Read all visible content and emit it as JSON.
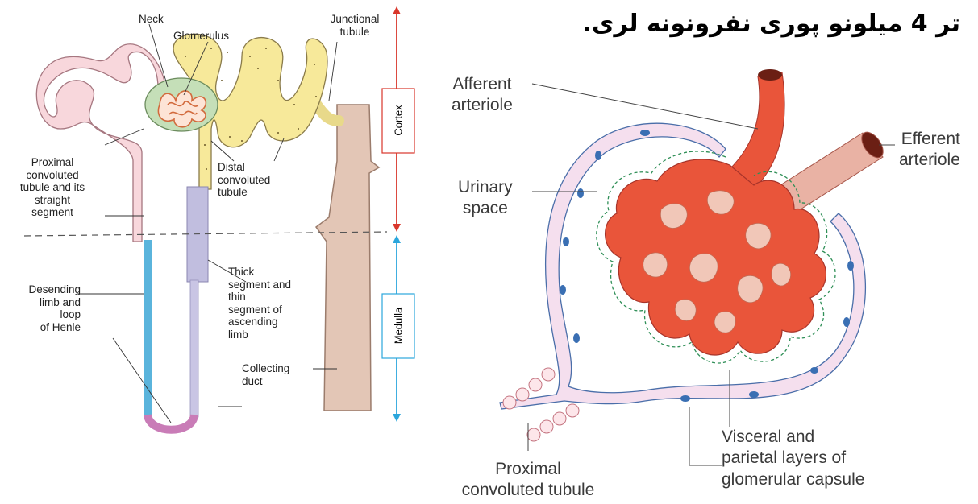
{
  "title": "تر 4 میلونو پوری نفرونونه لری.",
  "nephron": {
    "labels": {
      "neck": "Neck",
      "glomerulus": "Glomerulus",
      "junctional": "Junctional\ntubule",
      "proximal": "Proximal\nconvoluted\ntubule and its\nstraight\nsegment",
      "distal": "Distal\nconvoluted\ntubule",
      "thick": "Thick\nsegment and\nthin\nsegment of\nascending\nlimb",
      "descending": "Desending\nlimb and\nloop\nof Henle",
      "collecting": "Collecting\nduct"
    },
    "regions": {
      "cortex": "Cortex",
      "medulla": "Medulla"
    }
  },
  "corpuscle": {
    "labels": {
      "afferent": "Afferent\narteriole",
      "efferent": "Efferent\narteriole",
      "urinary": "Urinary\nspace",
      "proximal": "Proximal\nconvoluted tubule",
      "visceral": "Visceral and\nparietal layers of\nglomerular capsule"
    }
  },
  "colors": {
    "proximal_tubule": "#f8d7dc",
    "distal_tubule": "#f7e99a",
    "glomerulus": "#c5dfb8",
    "thick_segment": "#c1bedf",
    "descending_limb": "#5ab4dc",
    "loop": "#c97cb7",
    "collecting_duct": "#e3c6b6",
    "cortex_arrow": "#d9362b",
    "medulla_arrow": "#2ba6dc",
    "glomerular_capillary": "#e9553a",
    "capsule": "#f5dfee"
  }
}
